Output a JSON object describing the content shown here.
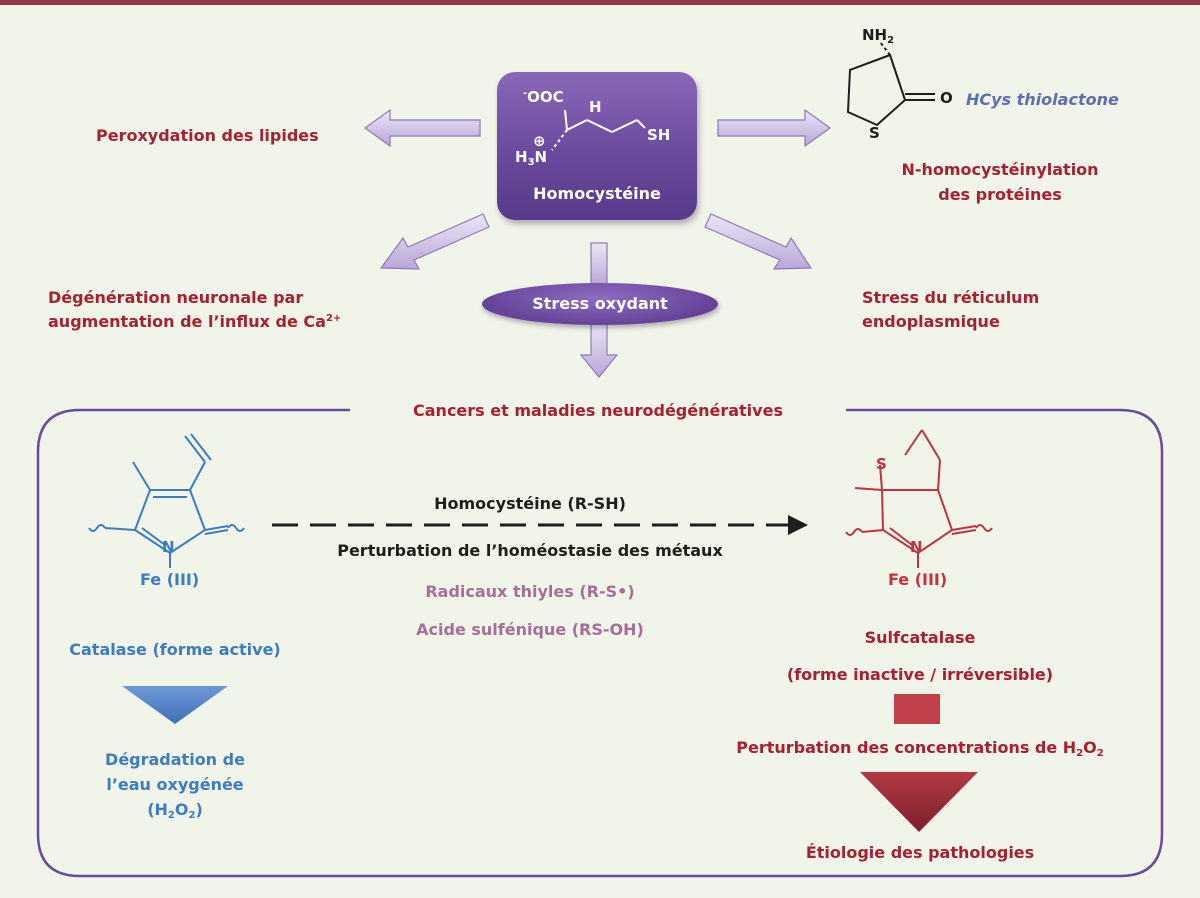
{
  "center": {
    "molecule_name": "Homocystéine",
    "atoms": {
      "carboxyl": "OOC",
      "carboxyl_charge": "-",
      "h": "H",
      "sh": "SH",
      "amine": "H",
      "amine_sub": "3",
      "amine_n": "N",
      "charge": "⊕"
    }
  },
  "outcomes": {
    "lipid_peroxidation": "Peroxydation des lipides",
    "thiolactone_label": "HCys thiolactone",
    "thiolactone_atoms": {
      "nh2": "NH",
      "nh2_sub": "2",
      "o": "O",
      "s": "S"
    },
    "homocysteinylation": {
      "line1": "N-homocystéinylation",
      "line2": "des protéines"
    },
    "neuronal": {
      "line1": "Dégénération neuronale par",
      "line2": "augmentation de l’influx de Ca",
      "sup": "2+"
    },
    "er_stress": {
      "line1": "Stress du réticulum",
      "line2": "endoplasmique"
    },
    "oxidative_stress": "Stress oxydant",
    "cancers": "Cancers et maladies neurodégénératives"
  },
  "catalase": {
    "n_atom": "N",
    "iron": "Fe (III)",
    "name": "Catalase (forme active)",
    "result": {
      "line1": "Dégradation de",
      "line2": "l’eau oxygénée",
      "line3_pre": "(H",
      "sub1": "2",
      "mid": "O",
      "sub2": "2",
      "post": ")"
    }
  },
  "mechanism": {
    "homocysteine": "Homocystéine (R-SH)",
    "metals": "Perturbation de l’homéostasie des métaux",
    "thiyl": "Radicaux thiyles (R-S•)",
    "sulfenic": "Acide sulfénique (RS-OH)"
  },
  "sulfcatalase": {
    "s_atom": "S",
    "n_atom": "N",
    "iron": "Fe (III)",
    "name": "Sulfcatalase",
    "form": "(forme inactive / irréversible)",
    "perturbation": {
      "pre": "Perturbation des concentrations de H",
      "sub1": "2",
      "mid": "O",
      "sub2": "2"
    },
    "etiology": "Étiologie des pathologies"
  },
  "colors": {
    "red": "#a81f32",
    "blue": "#3d7cc0",
    "purple": "#6a4a9e",
    "frame": "#6a4a9e",
    "background": "#f1f4e8"
  }
}
